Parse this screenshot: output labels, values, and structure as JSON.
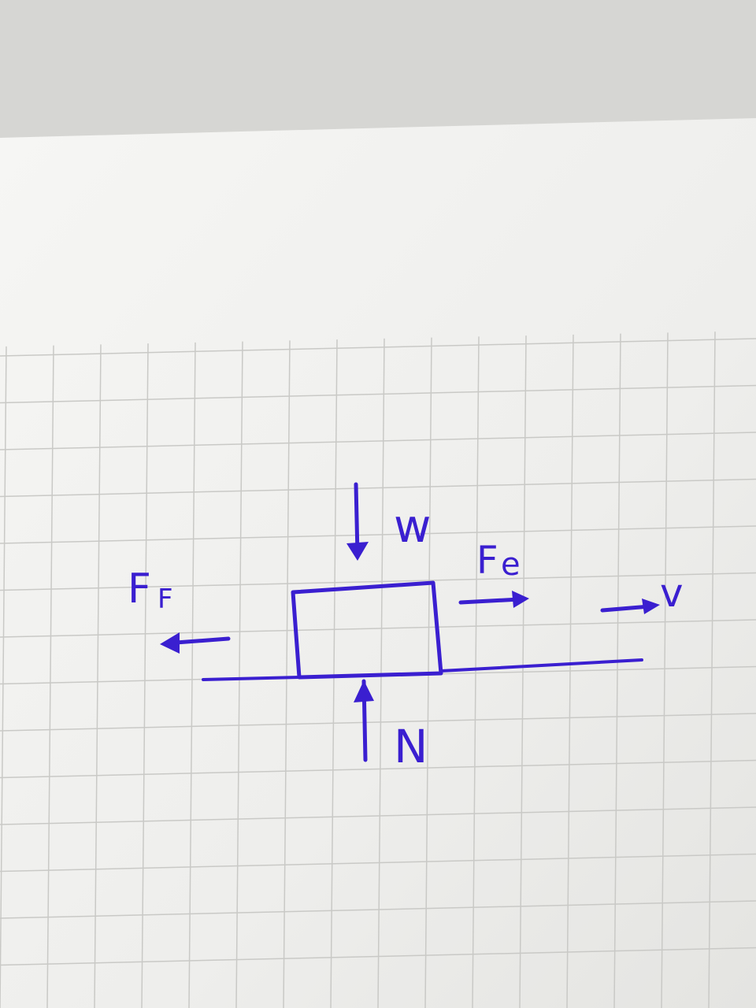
{
  "diagram": {
    "type": "free-body diagram (handwritten)",
    "labels": {
      "weight": "w",
      "normal": "N",
      "friction": "F",
      "friction_subscript": "F",
      "applied": "F",
      "applied_subscript": "e",
      "velocity": "v"
    },
    "ink_color": "#3a1fd0",
    "paper_color": "#f4f4f2"
  }
}
